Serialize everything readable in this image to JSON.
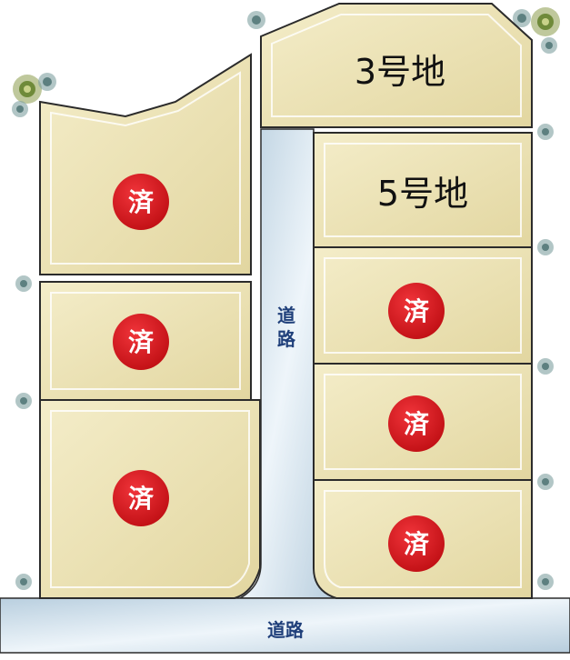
{
  "map": {
    "lot_3": {
      "label": "3号地",
      "status": "available"
    },
    "lot_5": {
      "label": "5号地",
      "status": "available"
    },
    "sold_mark": "済",
    "road_vertical_char_1": "道",
    "road_vertical_char_2": "路",
    "road_horizontal": "道路"
  },
  "colors": {
    "lot_fill": "#ece3b3",
    "lot_border": "#2b2b2b",
    "road": "#cfe0ec",
    "sold_badge": "#d7161b",
    "road_label": "#1f3f7a"
  }
}
